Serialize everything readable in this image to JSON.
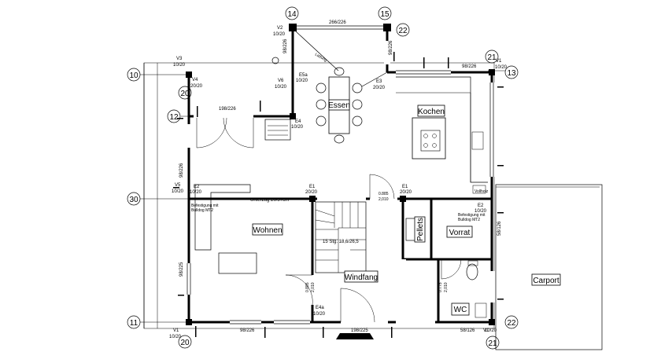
{
  "rooms": {
    "kochen": "Kochen",
    "essen": "Essen",
    "wohnen": "Wohnen",
    "windfang": "Windfang",
    "vorrat": "Vorrat",
    "pellets": "Pellets",
    "wc": "WC",
    "carport": "Carport"
  },
  "axes": {
    "a10": "10",
    "a11": "11",
    "a12": "12",
    "a13": "13",
    "a14": "14",
    "a15": "15",
    "a20_top": "20",
    "a20_bottom": "20",
    "a21_top": "21",
    "a21_bottom": "21",
    "a22_top": "22",
    "a22_bottom": "22",
    "a30": "30"
  },
  "labels": {
    "v2": "V2",
    "v2_dim": "10/20",
    "v3": "V3",
    "v3_dim": "10/20",
    "v4": "V4",
    "v4_dim": "20/20",
    "v5": "V5",
    "v5_dim": "10/20",
    "v6": "V6",
    "v6_dim": "10/20",
    "v1_tr": "V1",
    "v1_tr_dim": "10/20",
    "v1_bl": "V1",
    "v1_bl_dim": "10/20",
    "v1_br": "V1",
    "v1_br_dim": "10/20",
    "e1_a": "E1",
    "e1_a_dim": "20/20",
    "e1_b": "E1",
    "e1_b_dim": "20/20",
    "e2_a": "E2",
    "e2_a_dim": "10/20",
    "e2_b": "E2",
    "e2_b_dim": "10/20",
    "e3": "E3",
    "e3_dim": "20/20",
    "e4": "E4",
    "e4_dim": "10/20",
    "e4a": "E4a",
    "e4a_dim": "10/20",
    "e5a": "E5a",
    "e5a_dim": "10/20",
    "d_266": "266/226",
    "d_98_top": "98/226",
    "d_98_right": "98/226",
    "d_198_top": "198/226",
    "d_98_left": "98/226",
    "d_98_bottom": "98/226",
    "d_198_bottom": "198/225",
    "d_58_bottom": "58/126",
    "d_58_right": "58/126",
    "d_98_225": "98/225",
    "d_0885": "0.885",
    "d_2010": "2,010",
    "d_0885b": "0.885",
    "d_2010b": "2,010",
    "d_0775": "0.775",
    "d_2010c": "2,010",
    "unterzug": "Unterzug 20/37cm",
    "befestigung_left": "Befestigung mit",
    "bulldog_left": "Bulldog MT2",
    "befestigung_right": "Befestigung mit",
    "bulldog_right": "Bulldog MT2",
    "stairs": "15 Stg. 18,6/26,5",
    "lattung": "Lattung",
    "vollholz": "Vollholz"
  }
}
